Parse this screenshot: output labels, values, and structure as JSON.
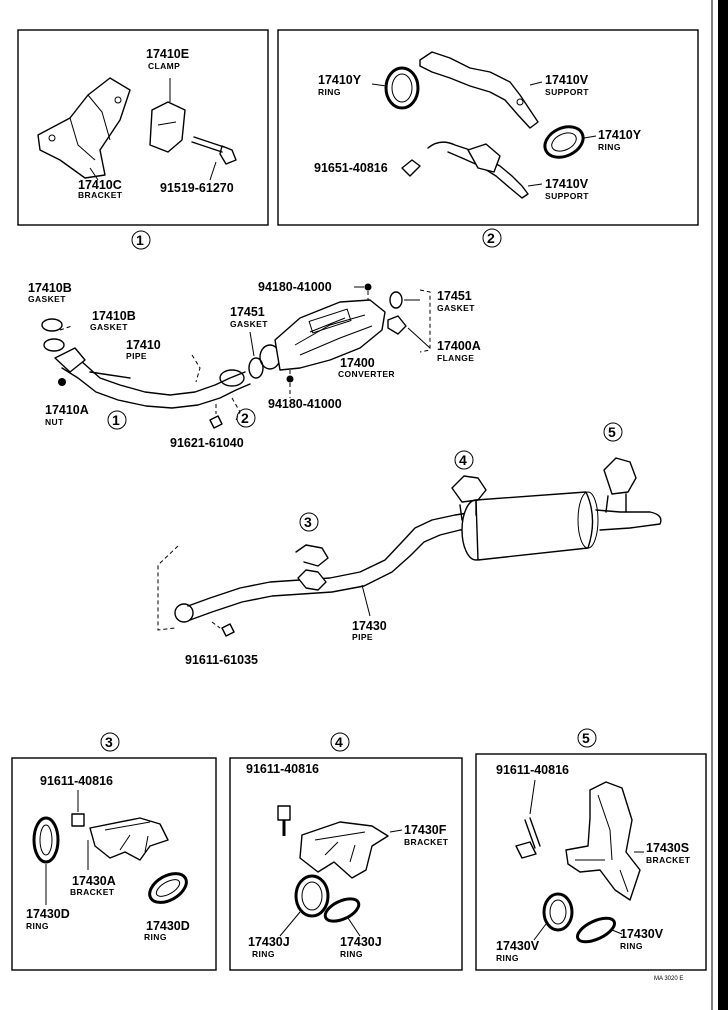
{
  "inset1": {
    "callout": "1",
    "clamp_part": "17410E",
    "clamp_caption": "CLAMP",
    "bracket_part": "17410C",
    "bracket_caption": "BRACKET",
    "bolt_part": "91519-61270"
  },
  "inset2": {
    "callout": "2",
    "ring_left_part": "17410Y",
    "ring_left_caption": "RING",
    "support_top_part": "17410V",
    "support_top_caption": "SUPPORT",
    "ring_right_part": "17410Y",
    "ring_right_caption": "RING",
    "bolt_part": "91651-40816",
    "support_bottom_part": "17410V",
    "support_bottom_caption": "SUPPORT"
  },
  "main": {
    "gasket_a_part": "17410B",
    "gasket_a_caption": "GASKET",
    "gasket_b_part": "17410B",
    "gasket_b_caption": "GASKET",
    "pipe_front_part": "17410",
    "pipe_front_caption": "PIPE",
    "nut_part": "17410A",
    "nut_caption": "NUT",
    "gasket_mid_part": "17451",
    "gasket_mid_caption": "GASKET",
    "bolt_top_part": "94180-41000",
    "gasket_right_part": "17451",
    "gasket_right_caption": "GASKET",
    "flange_part": "17400A",
    "flange_caption": "FLANGE",
    "converter_part": "17400",
    "converter_caption": "CONVERTER",
    "bolt_bottom_part": "94180-41000",
    "bolt_front_part": "91621-61040",
    "pipe_rear_part": "17430",
    "pipe_rear_caption": "PIPE",
    "bolt_rear_part": "91611-61035",
    "callouts": [
      "1",
      "2",
      "3",
      "4",
      "5"
    ]
  },
  "inset3": {
    "callout": "3",
    "bolt_part": "91611-40816",
    "bracket_part": "17430A",
    "bracket_caption": "BRACKET",
    "ring_left_part": "17430D",
    "ring_left_caption": "RING",
    "ring_right_part": "17430D",
    "ring_right_caption": "RING"
  },
  "inset4": {
    "callout": "4",
    "bolt_part": "91611-40816",
    "bracket_part": "17430F",
    "bracket_caption": "BRACKET",
    "ring_left_part": "17430J",
    "ring_left_caption": "RING",
    "ring_right_part": "17430J",
    "ring_right_caption": "RING"
  },
  "inset5": {
    "callout": "5",
    "bolt_part": "91611-40816",
    "bracket_part": "17430S",
    "bracket_caption": "BRACKET",
    "ring_left_part": "17430V",
    "ring_left_caption": "RING",
    "ring_right_part": "17430V",
    "ring_right_caption": "RING"
  },
  "footer": {
    "drawing_code": "MA 3020 E"
  }
}
